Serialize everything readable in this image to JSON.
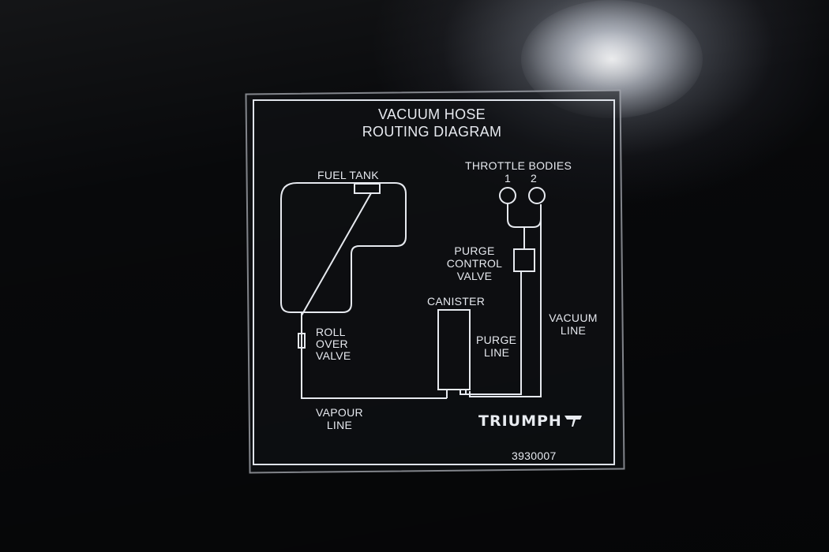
{
  "title_line1": "VACUUM HOSE",
  "title_line2": "ROUTING DIAGRAM",
  "labels": {
    "fuel_tank": "FUEL TANK",
    "throttle_bodies": "THROTTLE BODIES",
    "throttle_1": "1",
    "throttle_2": "2",
    "purge_control_1": "PURGE",
    "purge_control_2": "CONTROL",
    "purge_control_3": "VALVE",
    "canister": "CANISTER",
    "roll_over_1": "ROLL",
    "roll_over_2": "OVER",
    "roll_over_3": "VALVE",
    "purge_line_1": "PURGE",
    "purge_line_2": "LINE",
    "vacuum_line_1": "VACUUM",
    "vacuum_line_2": "LINE",
    "vapour_line_1": "VAPOUR",
    "vapour_line_2": "LINE"
  },
  "brand": "TRIUMPH",
  "part_number": "3930007",
  "colors": {
    "line": "#e6e9ef",
    "background": "#0c0d10"
  }
}
